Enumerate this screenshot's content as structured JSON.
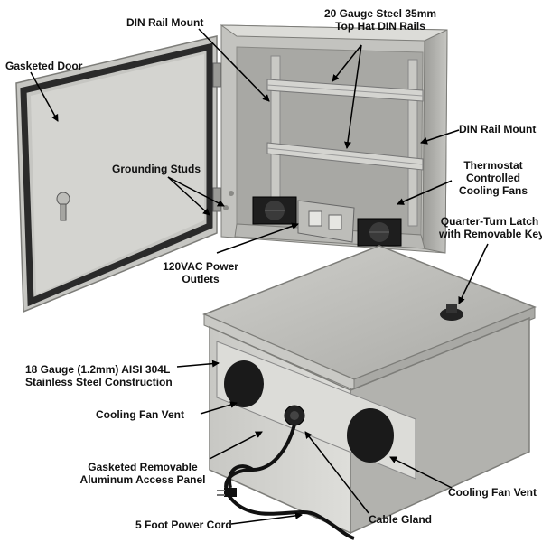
{
  "labels": {
    "din_rail_mount_top": "DIN Rail Mount",
    "din_rails": [
      "20 Gauge Steel 35mm",
      "Top Hat DIN Rails"
    ],
    "gasketed_door": "Gasketed Door",
    "din_rail_mount_right": "DIN Rail Mount",
    "grounding_studs": "Grounding Studs",
    "thermostat": [
      "Thermostat",
      "Controlled",
      "Cooling Fans"
    ],
    "latch": [
      "Quarter-Turn Latch",
      "with Removable Key"
    ],
    "power_outlets": [
      "120VAC Power",
      "Outlets"
    ],
    "construction": [
      "18 Gauge (1.2mm) AISI 304L",
      "Stainless Steel Construction"
    ],
    "fan_vent_left": "Cooling Fan Vent",
    "access_panel": [
      "Gasketed Removable",
      "Aluminum Access Panel"
    ],
    "fan_vent_right": "Cooling Fan Vent",
    "cable_gland": "Cable Gland",
    "power_cord": "5 Foot Power Cord"
  },
  "colors": {
    "steel_light": "#d6d6d2",
    "steel_mid": "#b9b9b5",
    "steel_dark": "#8c8c88",
    "door_gasket": "#2a2a2a",
    "vent_dark": "#1a1a1a",
    "arrow": "#000000"
  }
}
